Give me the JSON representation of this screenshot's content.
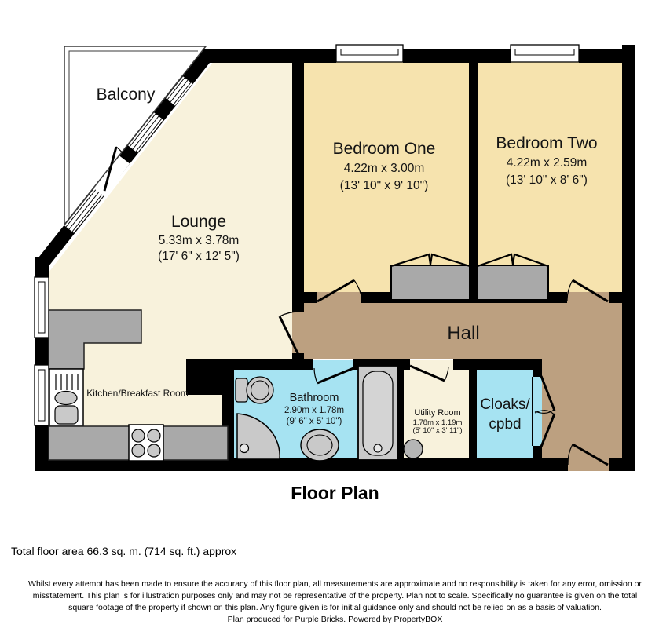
{
  "plan": {
    "rooms": {
      "balcony": {
        "name": "Balcony"
      },
      "lounge": {
        "name": "Lounge",
        "dims_metric": "5.33m x 3.78m",
        "dims_imperial": "(17' 6\" x 12' 5\")"
      },
      "bedroom_one": {
        "name": "Bedroom One",
        "dims_metric": "4.22m x 3.00m",
        "dims_imperial": "(13' 10\" x 9' 10\")"
      },
      "bedroom_two": {
        "name": "Bedroom Two",
        "dims_metric": "4.22m x 2.59m",
        "dims_imperial": "(13' 10\" x 8' 6\")"
      },
      "hall": {
        "name": "Hall"
      },
      "kitchen": {
        "name": "Kitchen/Breakfast Room"
      },
      "bathroom": {
        "name": "Bathroom",
        "dims_metric": "2.90m x 1.78m",
        "dims_imperial": "(9' 6\" x 5' 10\")"
      },
      "utility": {
        "name": "Utility Room",
        "dims_metric": "1.78m x 1.19m",
        "dims_imperial": "(5' 10\" x 3' 11\")"
      },
      "cloaks": {
        "name_line1": "Cloaks/",
        "name_line2": "cpbd"
      }
    },
    "colors": {
      "wall": "#000000",
      "bedroom_fill": "#F6E3AE",
      "living_fill": "#F8F2DC",
      "hall_fill": "#BCA080",
      "wet_room_fill": "#A6E3F2",
      "balcony_fill": "#FFFFFF",
      "furniture_gray": "#A9A9A9"
    }
  },
  "footer": {
    "title": "Floor Plan",
    "total_area": "Total floor area 66.3 sq. m. (714 sq. ft.) approx",
    "disclaimer_line1": "Whilst every attempt has been made to ensure the accuracy of this floor plan, all measurements are approximate and no responsibility is taken for any error, omission or",
    "disclaimer_line2": "misstatement. This plan is for illustration purposes only and may not be representative of the property. Plan not to scale. Specifically no guarantee is given on the total",
    "disclaimer_line3": "square footage of the property if shown on this plan. Any figure given is for initial guidance only and should not be relied on as a basis of valuation.",
    "produced_by": "Plan produced for Purple Bricks. Powered by PropertyBOX"
  }
}
